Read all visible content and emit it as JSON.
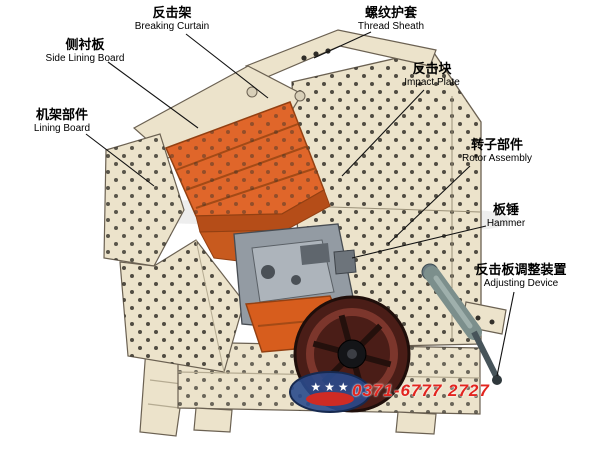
{
  "diagram": {
    "labels": [
      {
        "zh": "反击架",
        "en": "Breaking Curtain"
      },
      {
        "zh": "螺纹护套",
        "en": "Thread Sheath"
      },
      {
        "zh": "侧衬板",
        "en": "Side Lining Board"
      },
      {
        "zh": "反击块",
        "en": "Impact Plate"
      },
      {
        "zh": "机架部件",
        "en": "Lining Board"
      },
      {
        "zh": "转子部件",
        "en": "Rotor Assembly"
      },
      {
        "zh": "板锤",
        "en": "Hammer"
      },
      {
        "zh": "反击板调整装置",
        "en": "Adjusting Device"
      }
    ]
  },
  "watermark": {
    "phone": "0371-6777 2727",
    "stars": "★★★"
  },
  "colors": {
    "machine_body": "#ece3cb",
    "chamber_orange": "#e0662a",
    "flywheel_dark_red": "#4a1d17",
    "rotor_gray": "#939ba3",
    "logo_blue": "#2a4a8c",
    "phone_red": "#e2251f"
  }
}
